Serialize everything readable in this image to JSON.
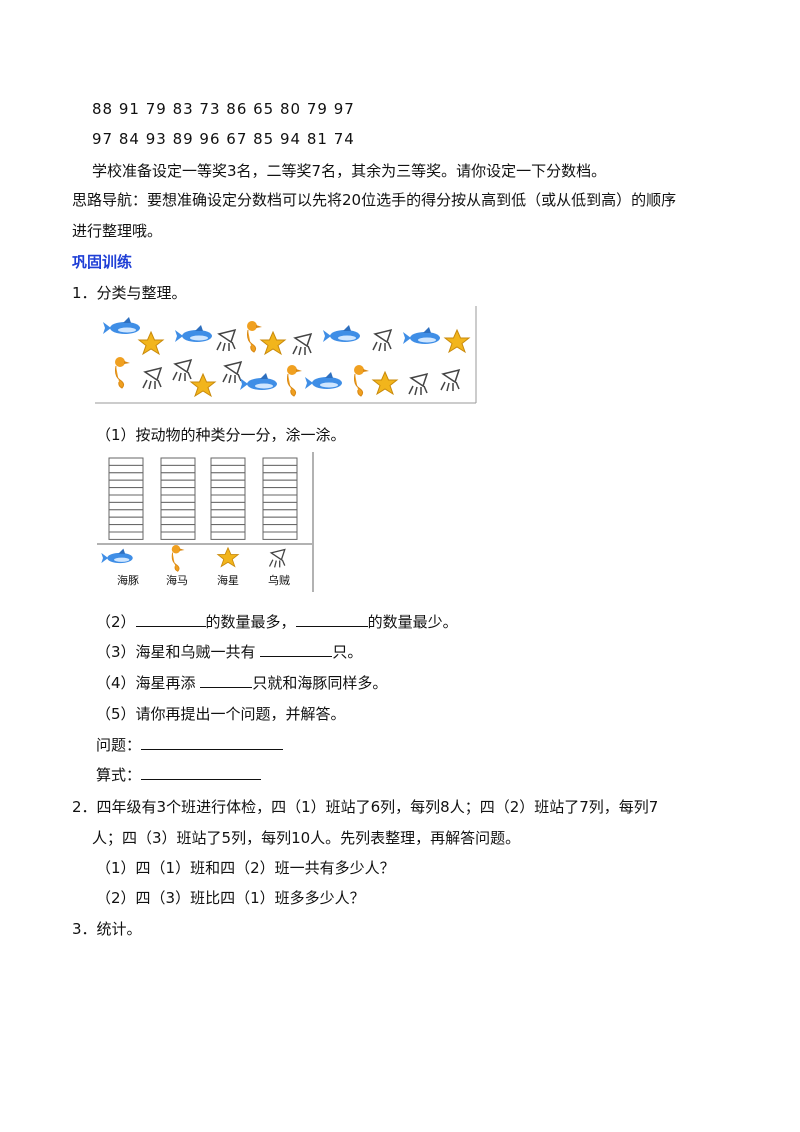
{
  "scores": {
    "row1": "88 91 79 83 73 86 65 80 79 97",
    "row2": "97 84 93 89 96 67 85 94 81 74"
  },
  "task_text": "学校准备设定一等奖3名，二等奖7名，其余为三等奖。请你设定一下分数档。",
  "hint": {
    "line1": "思路导航：要想准确设定分数档可以先将20位选手的得分按从高到低（或从低到高）的顺序",
    "line2": "进行整理哦。"
  },
  "section_title": "巩固训练",
  "q1": {
    "title": "1．分类与整理。",
    "sub1": "（1）按动物的种类分一分，涂一涂。",
    "sub2_a": "（2）",
    "sub2_b": "的数量最多，",
    "sub2_c": "的数量最少。",
    "sub3_a": "（3）海星和乌贼一共有 ",
    "sub3_b": "只。",
    "sub4_a": "（4）海星再添 ",
    "sub4_b": "只就和海豚同样多。",
    "sub5": "（5）请你再提出一个问题，并解答。",
    "question_label": "问题：",
    "formula_label": "算式："
  },
  "grid_labels": [
    "海豚",
    "海马",
    "海星",
    "乌贼"
  ],
  "q2": {
    "line1": "2．四年级有3个班进行体检，四（1）班站了6列，每列8人；四（2）班站了7列，每列7",
    "line2": "人；四（3）班站了5列，每列10人。先列表整理，再解答问题。",
    "sub1": "（1）四（1）班和四（2）班一共有多少人？",
    "sub2": "（2）四（3）班比四（1）班多多少人？"
  },
  "q3": {
    "title": "3．统计。"
  },
  "colors": {
    "section_title": "#1f3fd6",
    "dolphin": "#3f8ee6",
    "seahorse": "#f0a020",
    "starfish": "#f2b51c",
    "squid": "#444444"
  }
}
